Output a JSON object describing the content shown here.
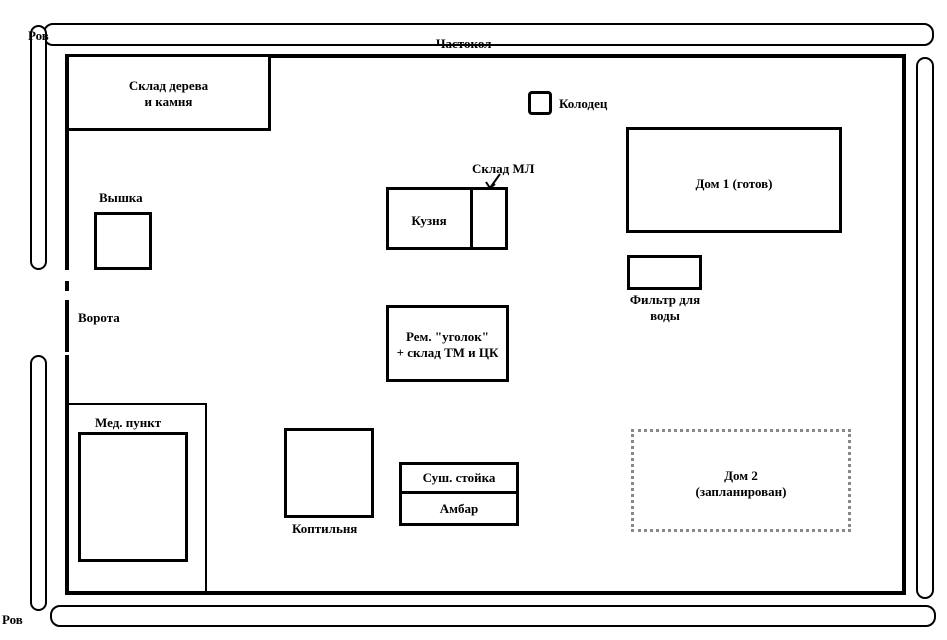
{
  "plan": {
    "moat_label_top": "Ров",
    "moat_label_bottom": "Ров",
    "palisade_label": "Частокол",
    "gate_label": "Ворота",
    "buildings": {
      "wood_stone_storage": "Склад дерева\nи камня",
      "well": "Колодец",
      "ml_storage": "Склад МЛ",
      "forge": "Кузня",
      "house1": "Дом 1 (готов)",
      "tower": "Вышка",
      "water_filter": "Фильтр для\nводы",
      "repair_corner": "Рем. \"уголок\"\n+ склад ТМ и ЦК",
      "med_post": "Мед. пункт",
      "smokehouse": "Коптильня",
      "drying_rack": "Суш. стойка",
      "barn": "Амбар",
      "house2": "Дом 2\n(запланирован)"
    }
  },
  "colors": {
    "line": "#000000",
    "planned": "#888888",
    "background": "#ffffff"
  }
}
